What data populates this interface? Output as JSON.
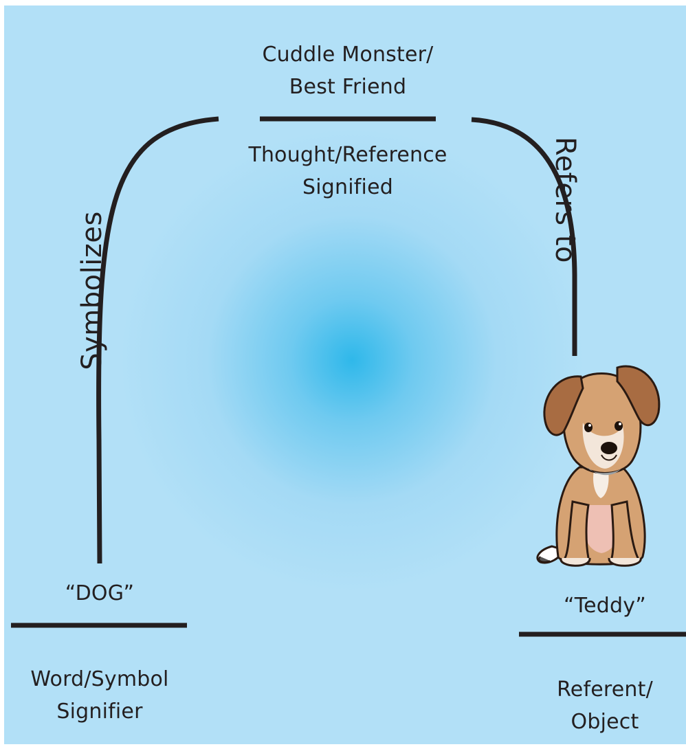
{
  "colors": {
    "background": "#b2e0f7",
    "glow": "#2fb8ea",
    "ink": "#231f20"
  },
  "thought": {
    "example_line1": "Cuddle Monster/",
    "example_line2": "Best Friend",
    "term_line1": "Thought/Reference",
    "term_line2": "Signified"
  },
  "symbol": {
    "example": "“DOG”",
    "term_line1": "Word/Symbol",
    "term_line2": "Signifier"
  },
  "referent": {
    "example": "“Teddy”",
    "term_line1": "Referent/",
    "term_line2": "Object"
  },
  "relations": {
    "left": "Symbolizes",
    "right": "Refers to"
  },
  "icons": {
    "referent_image": "puppy-illustration"
  }
}
